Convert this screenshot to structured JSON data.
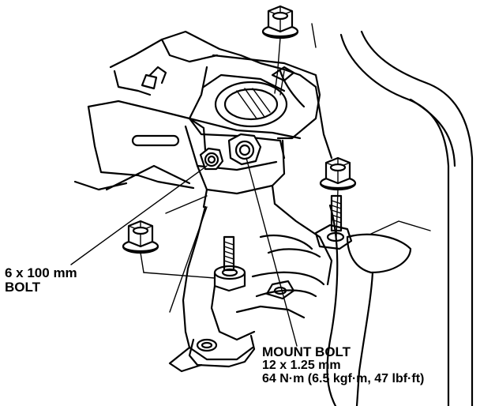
{
  "labels": {
    "bolt_6x100": {
      "line1": "6 x 100 mm",
      "line2": "BOLT"
    },
    "mount_bolt": {
      "title": "MOUNT BOLT",
      "size": "12 x 1.25 mm",
      "torque": "64 N·m (6.5 kgf·m, 47 lbf·ft)"
    }
  },
  "parts": [
    "flange-nut-top",
    "flange-nut-right",
    "flange-nut-left",
    "stud-bolt",
    "transmission-mount",
    "mount-bracket",
    "transmission-housing",
    "side-frame"
  ],
  "colors": {
    "line": "#000000",
    "background": "#ffffff"
  }
}
